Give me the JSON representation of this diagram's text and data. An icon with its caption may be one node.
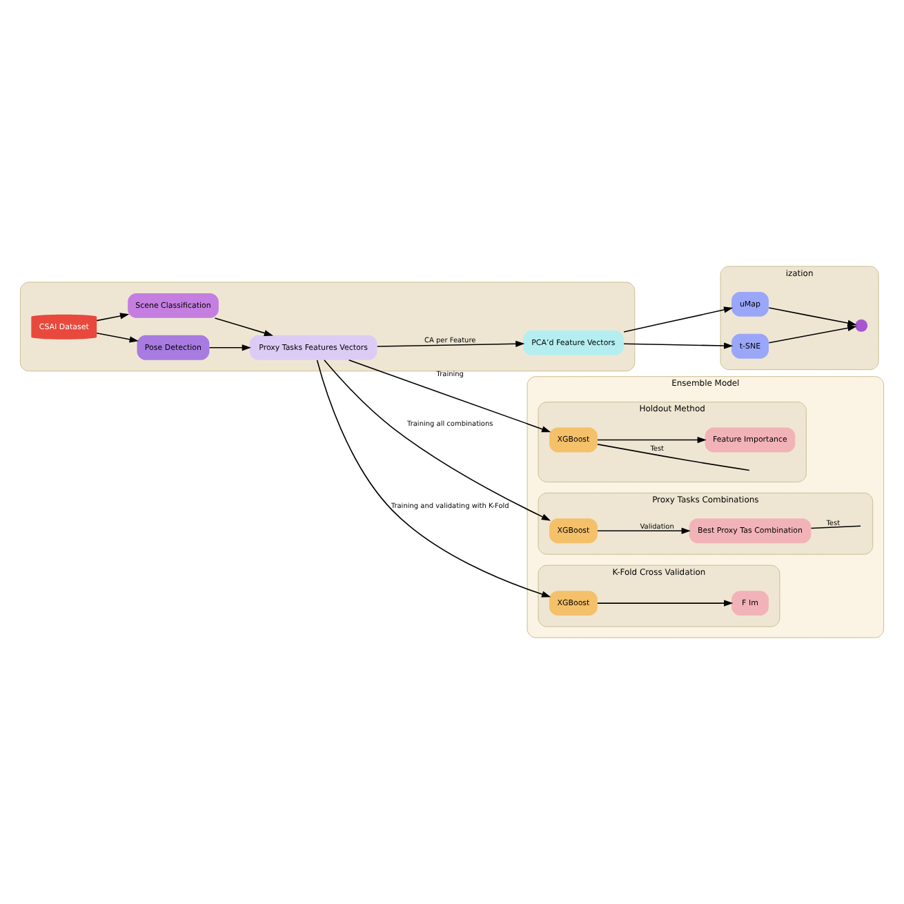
{
  "diagram": {
    "nodes": [
      {
        "text": [],
        "shape": "box"
      },
      {
        "text": [
          "CSAI Dataset"
        ],
        "in": 0
      },
      {
        "text": [
          "Pose Detection"
        ],
        "in": 0
      },
      {
        "text": [
          "Scene Classification"
        ],
        "in": 0
      },
      {
        "text": [
          "Proxy Tasks Features Vectors"
        ],
        "in": 0
      },
      {
        "text": [
          "PCA’d Feature Vectors"
        ],
        "in": 0
      },
      {
        "text": [
          "ization"
        ]
      },
      {
        "text": [
          "t-SNE"
        ],
        "in": 6
      },
      {
        "text": [
          "uMap"
        ],
        "in": 6
      },
      {
        "text": [],
        "shape": "circle",
        "in": 6
      },
      {
        "text": [
          "Ensemble Model"
        ]
      },
      {
        "text": [
          "Holdout Method"
        ],
        "in": 10
      },
      {
        "text": [
          "XGBoost"
        ],
        "in": 11
      },
      {
        "text": [
          "Feature Importance"
        ],
        "in": 11
      },
      {
        "text": [
          "Proxy Tasks Combinations"
        ],
        "in": 10
      },
      {
        "text": [
          "XGBoost"
        ],
        "in": 14
      },
      {
        "text": [
          "Best Proxy Tas Combination"
        ],
        "in": 14
      },
      {
        "text": [
          "K-Fold Cross Validation"
        ],
        "in": 10
      },
      {
        "text": [
          "XGBoost"
        ],
        "in": 17
      },
      {
        "text": [
          "F Im"
        ],
        "in": 17
      }
    ],
    "edges": [
      {
        "from": 1,
        "to": 2,
        "arrow": "to"
      },
      {
        "from": 1,
        "to": 3,
        "arrow": "to"
      },
      {
        "from": 2,
        "to": 4,
        "arrow": "to"
      },
      {
        "from": 3,
        "to": 4,
        "arrow": "to"
      },
      {
        "from": 4,
        "to": 5,
        "arrow": "to",
        "label": "CA per Feature"
      },
      {
        "from": 4,
        "to": 12,
        "arrow": "to",
        "label": "Training"
      },
      {
        "from": 4,
        "to": 15,
        "arrow": "to",
        "label": "Training all combinations"
      },
      {
        "from": 4,
        "to": 18,
        "arrow": "to",
        "label": "Training and validating with K-Fold"
      },
      {
        "from": 5,
        "to": 7,
        "arrow": "to"
      },
      {
        "from": 5,
        "to": 8,
        "arrow": "to"
      },
      {
        "from": 7,
        "to": 9,
        "arrow": "to"
      },
      {
        "from": 8,
        "to": 9,
        "arrow": "to"
      },
      {
        "from": 12,
        "to": null,
        "arrow": "none",
        "label": "Test"
      },
      {
        "from": 12,
        "to": 13,
        "arrow": "to"
      },
      {
        "from": 15,
        "to": 16,
        "arrow": "to",
        "label": "Validation"
      },
      {
        "from": 16,
        "to": null,
        "arrow": "none",
        "label": "Test"
      },
      {
        "from": 18,
        "to": 19,
        "arrow": "to"
      }
    ]
  }
}
